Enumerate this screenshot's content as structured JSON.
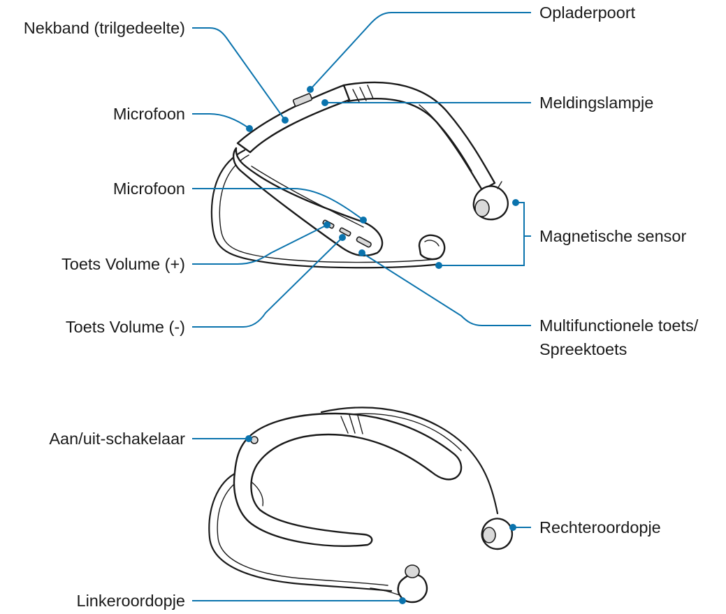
{
  "diagram": {
    "top_view": {
      "labels": {
        "nekband": "Nekband (trilgedeelte)",
        "microfoon_top": "Microfoon",
        "microfoon_mid": "Microfoon",
        "volume_plus": "Toets Volume (+)",
        "volume_minus": "Toets Volume (-)",
        "opladerpoort": "Opladerpoort",
        "meldingslampje": "Meldingslampje",
        "magnetische_sensor": "Magnetische sensor",
        "multifunctionele_line1": "Multifunctionele toets/",
        "multifunctionele_line2": "Spreektoets"
      }
    },
    "bottom_view": {
      "labels": {
        "aan_uit": "Aan/uit-schakelaar",
        "rechteroordopje": "Rechteroordopje",
        "linkeroordopje": "Linkeroordopje"
      }
    },
    "colors": {
      "leader": "#0a73ad",
      "outline": "#1a1a1a",
      "accent_fill": "#d9d9d9"
    }
  }
}
